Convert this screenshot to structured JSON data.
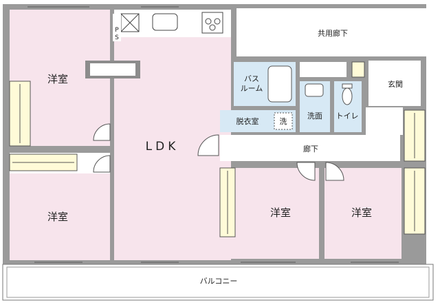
{
  "rooms": {
    "western1": "洋室",
    "western2": "洋室",
    "western3": "洋室",
    "western4": "洋室",
    "ldk": "LDK",
    "bath": "バス\nルーム",
    "dressing": "脱衣室",
    "washer": "洗",
    "washbasin": "洗面",
    "toilet": "トイレ",
    "corridor": "廊下",
    "entrance": "玄関",
    "common_corridor": "共用廊下",
    "balcony": "バルコニー",
    "ps": "PS"
  },
  "colors": {
    "room_pink": "#f7e4ec",
    "wet_blue": "#d7e9f5",
    "wall": "#8c8c8c",
    "closet_yellow": "#fffbd8"
  }
}
